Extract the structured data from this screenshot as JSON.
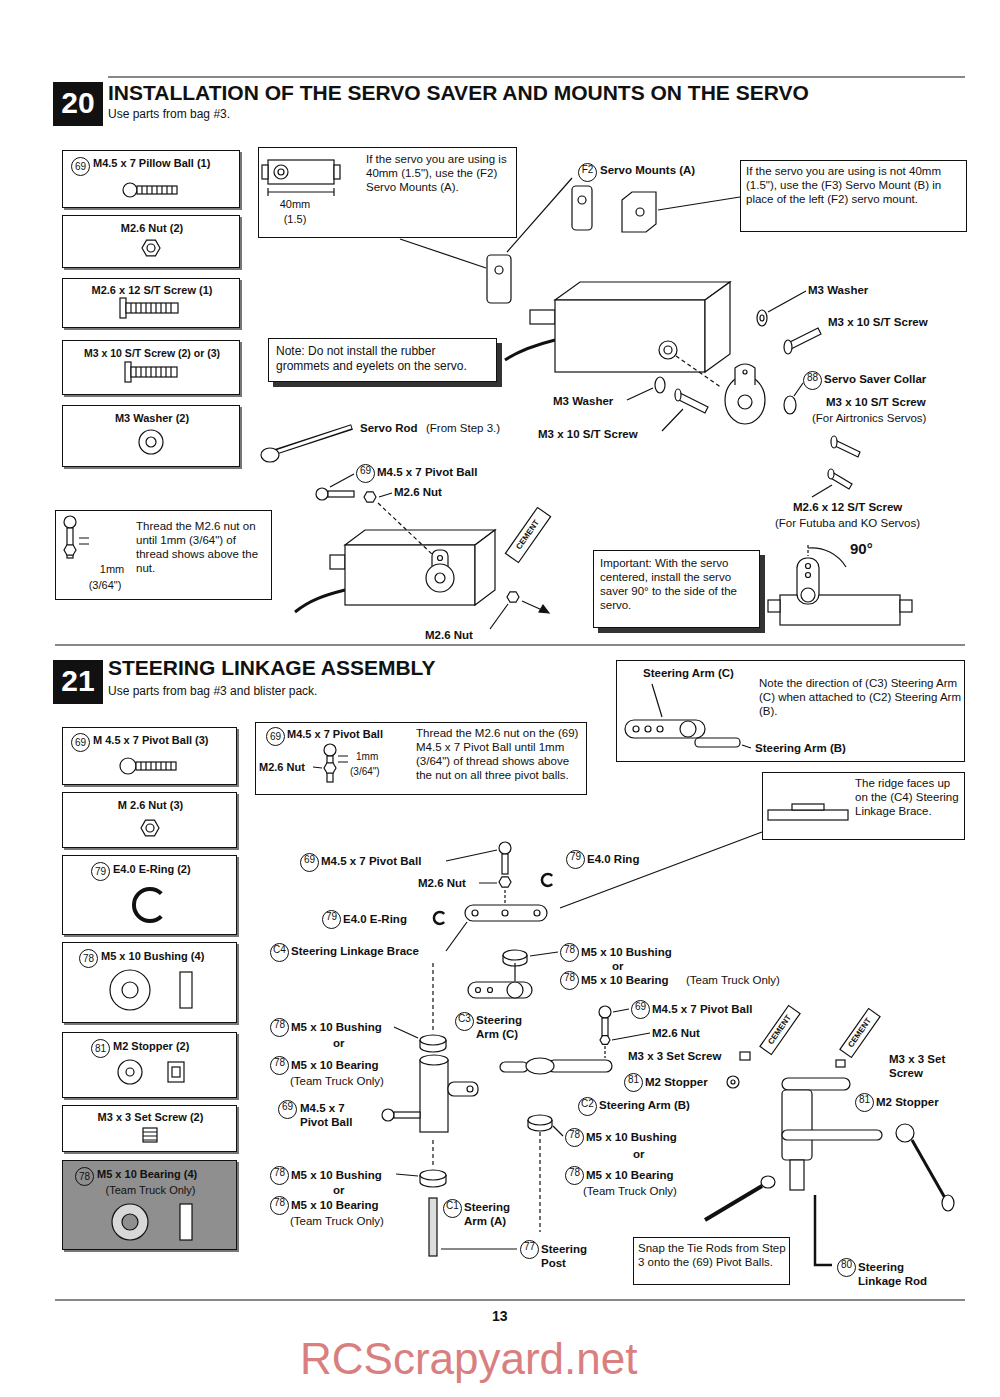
{
  "diagram": {
    "nodes": [
      {
        "text": [
          "20"
        ]
      },
      {
        "text": [
          "69",
          "M4.5 x 7 Pillow Ball (1)"
        ]
      },
      {
        "text": [
          "M2.6 Nut (2)"
        ]
      },
      {
        "text": [
          "M2.6 x 12 S/T Screw (1)"
        ]
      },
      {
        "text": [
          "M3 x 10 S/T Screw (2) or (3)"
        ]
      },
      {
        "text": [
          "M3 Washer (2)"
        ]
      },
      {
        "text": [
          "If the servo you are using is 40mm (1.5\"), use the (F2) Servo Mounts (A).",
          "40mm",
          "(1.5)"
        ]
      },
      {
        "text": [
          "If the servo you are using is not 40mm (1.5\"), use the (F3) Servo Mount (B) in place of the left (F2) servo mount."
        ]
      },
      {
        "text": [
          "Note: Do not install the rubber grommets and eyelets on the servo."
        ]
      },
      {
        "text": [
          "Thread the M2.6 nut on until 1mm (3/64\") of thread shows above the nut.",
          "1mm",
          "(3/64\")"
        ]
      },
      {
        "text": [
          "Important: With the servo centered, install the servo saver 90° to the side of the servo."
        ]
      },
      {
        "text": [
          "21"
        ]
      },
      {
        "text": [
          "69",
          "M 4.5 x 7 Pivot Ball (3)"
        ]
      },
      {
        "text": [
          "M 2.6 Nut (3)"
        ]
      },
      {
        "text": [
          "79",
          "E4.0 E-Ring (2)"
        ]
      },
      {
        "text": [
          "78",
          "M5 x 10 Bushing (4)"
        ]
      },
      {
        "text": [
          "81",
          "M2 Stopper (2)"
        ]
      },
      {
        "text": [
          "M3 x 3 Set Screw (2)"
        ]
      },
      {
        "text": [
          "78",
          "M5 x 10 Bearing (4)",
          "(Team Truck Only)"
        ]
      },
      {
        "text": [
          "69",
          "M4.5 x 7 Pivot Ball",
          "M2.6 Nut",
          "1mm",
          "(3/64\")",
          "Thread the M2.6 nut on the (69) M4.5 x 7 Pivot Ball until 1mm (3/64\") of thread shows above the nut on all three pivot balls."
        ]
      },
      {
        "text": [
          "Steering Arm (C)",
          "Note the direction of (C3) Steering Arm (C) when attached to (C2) Steering Arm (B).",
          "Steering Arm (B)"
        ]
      },
      {
        "text": [
          "The ridge faces up on the (C4) Steering Linkage Brace."
        ]
      },
      {
        "text": [
          "Snap the Tie Rods from Step 3 onto the (69) Pivot Balls."
        ]
      }
    ],
    "labels": [
      "INSTALLATION OF THE SERVO SAVER AND MOUNTS ON THE SERVO",
      "Use parts from bag #3.",
      "F2",
      "Servo Mounts (A)",
      "M3 Washer",
      "M3 x 10 S/T Screw",
      "88",
      "Servo Saver Collar",
      "M3 x 10 S/T Screw",
      "(For Airtronics Servos)",
      "M3 Washer",
      "M3 x 10 S/T Screw",
      "Servo Rod",
      "(From Step 3.)",
      "69",
      "M4.5 x 7 Pivot Ball",
      "M2.6 Nut",
      "CEMENT",
      "M2.6 Nut",
      "M2.6 x 12 S/T Screw",
      "(For Futuba and KO Servos)",
      "90°",
      "STEERING LINKAGE ASSEMBLY",
      "Use parts from bag #3 and blister pack.",
      "69",
      "M4.5 x 7 Pivot Ball",
      "M2.6 Nut",
      "79",
      "E4.0 Ring",
      "79",
      "E4.0 E-Ring",
      "C4",
      "Steering Linkage Brace",
      "78",
      "M5 x 10 Bushing",
      "or",
      "78",
      "M5 x 10 Bearing",
      "(Team Truck Only)",
      "69",
      "M4.5 x 7 Pivot Ball",
      "M2.6 Nut",
      "M3 x 3 Set Screw",
      "CEMENT",
      "CEMENT",
      "M3 x 3 Set Screw",
      "81",
      "M2 Stopper",
      "81",
      "M2 Stopper",
      "C3",
      "Steering Arm (C)",
      "78",
      "M5 x 10 Bushing",
      "or",
      "78",
      "M5 x 10 Bearing",
      "(Team Truck Only)",
      "69",
      "M4.5 x 7 Pivot Ball",
      "C2",
      "Steering Arm (B)",
      "78",
      "M5 x 10 Bushing",
      "or",
      "78",
      "M5 x 10 Bearing",
      "(Team Truck Only)",
      "78",
      "M5 x 10 Bushing",
      "or",
      "78",
      "M5 x 10 Bearing",
      "(Team Truck Only)",
      "C1",
      "Steering Arm (A)",
      "77",
      "Steering Post",
      "80",
      "Steering Linkage Rod",
      "13",
      "RCScrapyard.net"
    ]
  }
}
